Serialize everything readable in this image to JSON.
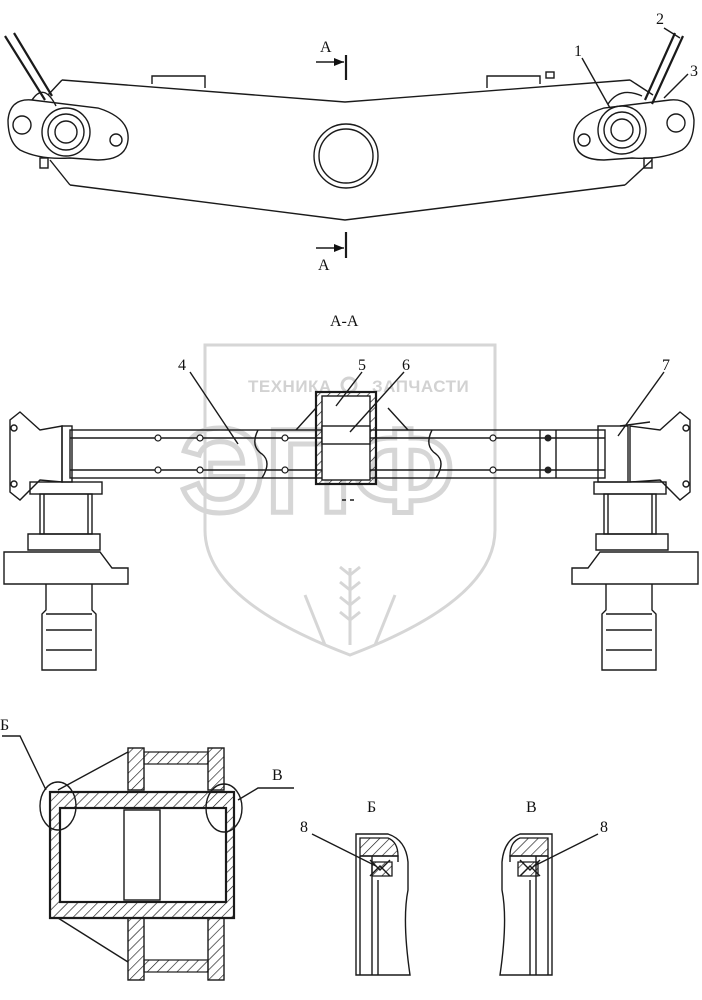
{
  "watermark": {
    "line1": "ТЕХНИКА",
    "line2": "ЗАПЧАСТИ",
    "logo": "ЭПФ",
    "logo_color": "#d6d6d6"
  },
  "section_marks": {
    "top": "А",
    "bottom": "А",
    "title": "А-А"
  },
  "callouts": {
    "n1": "1",
    "n2": "2",
    "n3": "3",
    "n4": "4",
    "n5": "5",
    "n6": "6",
    "n7": "7",
    "n8a": "8",
    "n8b": "8"
  },
  "detail_marks": {
    "b_circle": "Б",
    "v_circle": "В",
    "b_title": "Б",
    "v_title": "В"
  }
}
